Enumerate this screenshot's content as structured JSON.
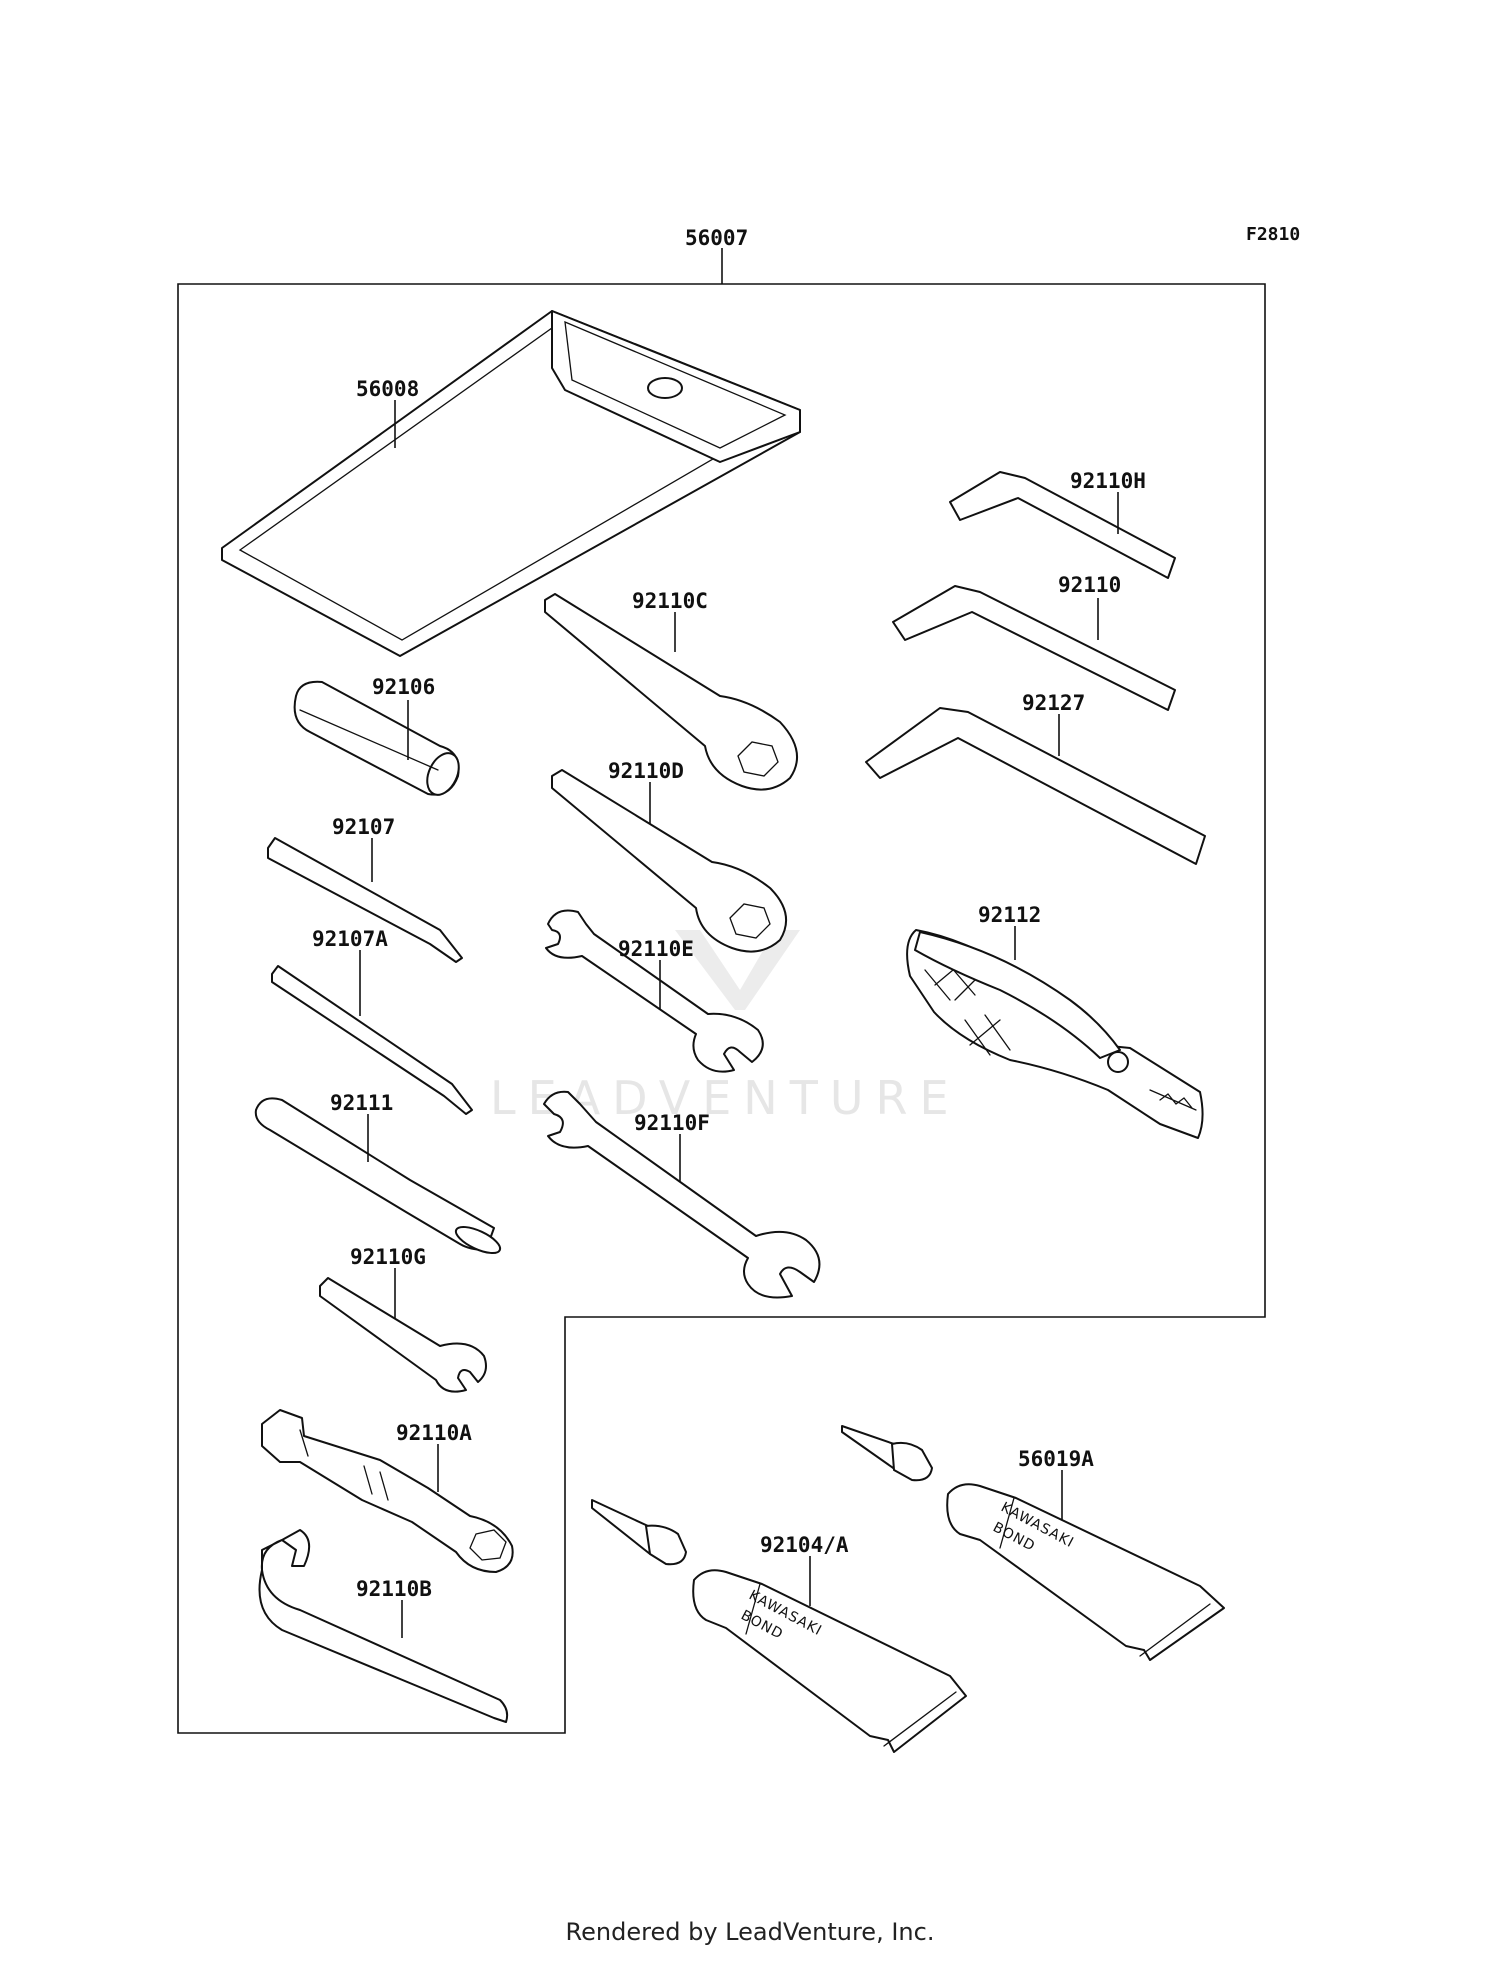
{
  "diagram_code": "F2810",
  "footer": "Rendered by LeadVenture, Inc.",
  "watermark": "LEADVENTURE",
  "tube_text": {
    "line1": "KAWASAKI",
    "line2": "BOND"
  },
  "parts": [
    {
      "id": "p-56007",
      "label": "56007",
      "name": "tool-kit-assembly"
    },
    {
      "id": "p-56008",
      "label": "56008",
      "name": "tool-bag"
    },
    {
      "id": "p-92110H",
      "label": "92110H",
      "name": "hex-wrench-small"
    },
    {
      "id": "p-92110",
      "label": "92110",
      "name": "hex-wrench-medium"
    },
    {
      "id": "p-92127",
      "label": "92127",
      "name": "hex-wrench-large"
    },
    {
      "id": "p-92110C",
      "label": "92110C",
      "name": "box-wrench-large"
    },
    {
      "id": "p-92110D",
      "label": "92110D",
      "name": "box-wrench-small"
    },
    {
      "id": "p-92106",
      "label": "92106",
      "name": "screwdriver-handle"
    },
    {
      "id": "p-92107",
      "label": "92107",
      "name": "screwdriver-bit"
    },
    {
      "id": "p-92107A",
      "label": "92107A",
      "name": "screwdriver-bit-long"
    },
    {
      "id": "p-92110E",
      "label": "92110E",
      "name": "open-wrench-small"
    },
    {
      "id": "p-92112",
      "label": "92112",
      "name": "pliers"
    },
    {
      "id": "p-92111",
      "label": "92111",
      "name": "extension-handle"
    },
    {
      "id": "p-92110F",
      "label": "92110F",
      "name": "open-wrench-large"
    },
    {
      "id": "p-92110G",
      "label": "92110G",
      "name": "spoke-wrench"
    },
    {
      "id": "p-92110A",
      "label": "92110A",
      "name": "spark-plug-wrench"
    },
    {
      "id": "p-92110B",
      "label": "92110B",
      "name": "hook-wrench"
    },
    {
      "id": "p-56019A",
      "label": "56019A",
      "name": "bond-tube-upper"
    },
    {
      "id": "p-92104A",
      "label": "92104/A",
      "name": "bond-tube-lower"
    }
  ]
}
